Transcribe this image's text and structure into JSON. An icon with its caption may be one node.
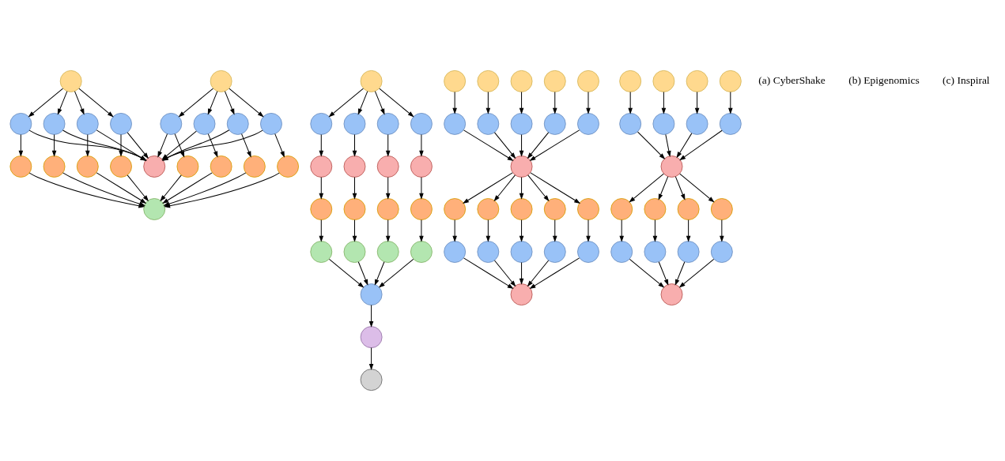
{
  "diagram": {
    "nodes": [
      {
        "text": [],
        "shape": "circle"
      },
      {
        "text": [],
        "shape": "circle"
      },
      {
        "text": [],
        "shape": "circle"
      },
      {
        "text": [],
        "shape": "circle"
      },
      {
        "text": [],
        "shape": "circle"
      },
      {
        "text": [],
        "shape": "circle"
      },
      {
        "text": [],
        "shape": "circle"
      },
      {
        "text": [],
        "shape": "circle"
      },
      {
        "text": [],
        "shape": "circle"
      },
      {
        "text": [],
        "shape": "circle"
      },
      {
        "text": [],
        "shape": "circle"
      },
      {
        "text": [],
        "shape": "circle"
      },
      {
        "text": [],
        "shape": "circle"
      },
      {
        "text": [],
        "shape": "circle"
      },
      {
        "text": [],
        "shape": "circle"
      },
      {
        "text": [],
        "shape": "circle"
      },
      {
        "text": [],
        "shape": "circle"
      },
      {
        "text": [],
        "shape": "circle"
      },
      {
        "text": [],
        "shape": "circle"
      },
      {
        "text": [],
        "shape": "circle"
      },
      {
        "text": [],
        "shape": "circle"
      },
      {
        "text": [],
        "shape": "circle"
      },
      {
        "text": [],
        "shape": "circle"
      },
      {
        "text": [],
        "shape": "circle"
      },
      {
        "text": [],
        "shape": "circle"
      },
      {
        "text": [],
        "shape": "circle"
      },
      {
        "text": [],
        "shape": "circle"
      },
      {
        "text": [],
        "shape": "circle"
      },
      {
        "text": [],
        "shape": "circle"
      },
      {
        "text": [],
        "shape": "circle"
      },
      {
        "text": [],
        "shape": "circle"
      },
      {
        "text": [],
        "shape": "circle"
      },
      {
        "text": [],
        "shape": "circle"
      },
      {
        "text": [],
        "shape": "circle"
      },
      {
        "text": [],
        "shape": "circle"
      },
      {
        "text": [],
        "shape": "circle"
      },
      {
        "text": [],
        "shape": "circle"
      },
      {
        "text": [],
        "shape": "circle"
      },
      {
        "text": [],
        "shape": "circle"
      },
      {
        "text": [],
        "shape": "circle"
      },
      {
        "text": [],
        "shape": "circle"
      },
      {
        "text": [],
        "shape": "circle"
      },
      {
        "text": [],
        "shape": "circle"
      },
      {
        "text": [],
        "shape": "circle"
      },
      {
        "text": [],
        "shape": "circle"
      },
      {
        "text": [],
        "shape": "circle"
      },
      {
        "text": [],
        "shape": "circle"
      },
      {
        "text": [],
        "shape": "circle"
      },
      {
        "text": [],
        "shape": "circle"
      },
      {
        "text": [],
        "shape": "circle"
      },
      {
        "text": [],
        "shape": "circle"
      },
      {
        "text": [],
        "shape": "circle"
      },
      {
        "text": [],
        "shape": "circle"
      },
      {
        "text": [],
        "shape": "circle"
      },
      {
        "text": [],
        "shape": "circle"
      },
      {
        "text": [],
        "shape": "circle"
      },
      {
        "text": [],
        "shape": "circle"
      },
      {
        "text": [],
        "shape": "circle"
      },
      {
        "text": [],
        "shape": "circle"
      },
      {
        "text": [],
        "shape": "circle"
      },
      {
        "text": [],
        "shape": "circle"
      },
      {
        "text": [],
        "shape": "circle"
      },
      {
        "text": [],
        "shape": "circle"
      },
      {
        "text": [],
        "shape": "circle"
      },
      {
        "text": [],
        "shape": "circle"
      },
      {
        "text": [],
        "shape": "circle"
      },
      {
        "text": [],
        "shape": "circle"
      },
      {
        "text": [],
        "shape": "circle"
      },
      {
        "text": [],
        "shape": "circle"
      },
      {
        "text": [],
        "shape": "circle"
      },
      {
        "text": [],
        "shape": "circle"
      },
      {
        "text": [],
        "shape": "circle"
      },
      {
        "text": [],
        "shape": "circle"
      },
      {
        "text": [],
        "shape": "circle"
      },
      {
        "text": [],
        "shape": "circle"
      },
      {
        "text": [],
        "shape": "circle"
      },
      {
        "text": [],
        "shape": "circle"
      },
      {
        "text": [],
        "shape": "circle"
      },
      {
        "text": [],
        "shape": "circle"
      },
      {
        "text": [],
        "shape": "circle"
      }
    ],
    "edges": [
      {
        "from": 0,
        "to": 2,
        "arrow": "to"
      },
      {
        "from": 0,
        "to": 3,
        "arrow": "to"
      },
      {
        "from": 0,
        "to": 4,
        "arrow": "to"
      },
      {
        "from": 0,
        "to": 5,
        "arrow": "to"
      },
      {
        "from": 1,
        "to": 6,
        "arrow": "to"
      },
      {
        "from": 1,
        "to": 7,
        "arrow": "to"
      },
      {
        "from": 1,
        "to": 8,
        "arrow": "to"
      },
      {
        "from": 1,
        "to": 9,
        "arrow": "to"
      },
      {
        "from": 2,
        "to": 10,
        "arrow": "to"
      },
      {
        "from": 3,
        "to": 10,
        "arrow": "to"
      },
      {
        "from": 4,
        "to": 10,
        "arrow": "to"
      },
      {
        "from": 5,
        "to": 10,
        "arrow": "to"
      },
      {
        "from": 6,
        "to": 10,
        "arrow": "to"
      },
      {
        "from": 7,
        "to": 10,
        "arrow": "to"
      },
      {
        "from": 8,
        "to": 10,
        "arrow": "to"
      },
      {
        "from": 9,
        "to": 10,
        "arrow": "to"
      },
      {
        "from": 2,
        "to": 11,
        "arrow": "to"
      },
      {
        "from": 3,
        "to": 12,
        "arrow": "to"
      },
      {
        "from": 4,
        "to": 13,
        "arrow": "to"
      },
      {
        "from": 5,
        "to": 14,
        "arrow": "to"
      },
      {
        "from": 6,
        "to": 15,
        "arrow": "to"
      },
      {
        "from": 7,
        "to": 16,
        "arrow": "to"
      },
      {
        "from": 8,
        "to": 17,
        "arrow": "to"
      },
      {
        "from": 9,
        "to": 18,
        "arrow": "to"
      },
      {
        "from": 11,
        "to": 19,
        "arrow": "to"
      },
      {
        "from": 12,
        "to": 19,
        "arrow": "to"
      },
      {
        "from": 13,
        "to": 19,
        "arrow": "to"
      },
      {
        "from": 14,
        "to": 19,
        "arrow": "to"
      },
      {
        "from": 15,
        "to": 19,
        "arrow": "to"
      },
      {
        "from": 16,
        "to": 19,
        "arrow": "to"
      },
      {
        "from": 17,
        "to": 19,
        "arrow": "to"
      },
      {
        "from": 18,
        "to": 19,
        "arrow": "to"
      },
      {
        "from": 20,
        "to": 21,
        "arrow": "to"
      },
      {
        "from": 20,
        "to": 22,
        "arrow": "to"
      },
      {
        "from": 20,
        "to": 23,
        "arrow": "to"
      },
      {
        "from": 20,
        "to": 24,
        "arrow": "to"
      },
      {
        "from": 21,
        "to": 25,
        "arrow": "to"
      },
      {
        "from": 22,
        "to": 26,
        "arrow": "to"
      },
      {
        "from": 23,
        "to": 27,
        "arrow": "to"
      },
      {
        "from": 24,
        "to": 28,
        "arrow": "to"
      },
      {
        "from": 25,
        "to": 29,
        "arrow": "to"
      },
      {
        "from": 26,
        "to": 30,
        "arrow": "to"
      },
      {
        "from": 27,
        "to": 31,
        "arrow": "to"
      },
      {
        "from": 28,
        "to": 32,
        "arrow": "to"
      },
      {
        "from": 29,
        "to": 33,
        "arrow": "to"
      },
      {
        "from": 30,
        "to": 34,
        "arrow": "to"
      },
      {
        "from": 31,
        "to": 35,
        "arrow": "to"
      },
      {
        "from": 32,
        "to": 36,
        "arrow": "to"
      },
      {
        "from": 33,
        "to": 37,
        "arrow": "to"
      },
      {
        "from": 34,
        "to": 37,
        "arrow": "to"
      },
      {
        "from": 35,
        "to": 37,
        "arrow": "to"
      },
      {
        "from": 36,
        "to": 37,
        "arrow": "to"
      },
      {
        "from": 37,
        "to": 38,
        "arrow": "to"
      },
      {
        "from": 38,
        "to": 39,
        "arrow": "to"
      },
      {
        "from": 40,
        "to": 49,
        "arrow": "to"
      },
      {
        "from": 41,
        "to": 50,
        "arrow": "to"
      },
      {
        "from": 42,
        "to": 51,
        "arrow": "to"
      },
      {
        "from": 43,
        "to": 52,
        "arrow": "to"
      },
      {
        "from": 44,
        "to": 53,
        "arrow": "to"
      },
      {
        "from": 45,
        "to": 54,
        "arrow": "to"
      },
      {
        "from": 46,
        "to": 55,
        "arrow": "to"
      },
      {
        "from": 47,
        "to": 56,
        "arrow": "to"
      },
      {
        "from": 48,
        "to": 57,
        "arrow": "to"
      },
      {
        "from": 49,
        "to": 58,
        "arrow": "to"
      },
      {
        "from": 50,
        "to": 58,
        "arrow": "to"
      },
      {
        "from": 51,
        "to": 58,
        "arrow": "to"
      },
      {
        "from": 52,
        "to": 58,
        "arrow": "to"
      },
      {
        "from": 53,
        "to": 58,
        "arrow": "to"
      },
      {
        "from": 54,
        "to": 59,
        "arrow": "to"
      },
      {
        "from": 55,
        "to": 59,
        "arrow": "to"
      },
      {
        "from": 56,
        "to": 59,
        "arrow": "to"
      },
      {
        "from": 57,
        "to": 59,
        "arrow": "to"
      },
      {
        "from": 58,
        "to": 60,
        "arrow": "to"
      },
      {
        "from": 58,
        "to": 61,
        "arrow": "to"
      },
      {
        "from": 58,
        "to": 62,
        "arrow": "to"
      },
      {
        "from": 58,
        "to": 63,
        "arrow": "to"
      },
      {
        "from": 58,
        "to": 64,
        "arrow": "to"
      },
      {
        "from": 59,
        "to": 65,
        "arrow": "to"
      },
      {
        "from": 59,
        "to": 66,
        "arrow": "to"
      },
      {
        "from": 59,
        "to": 67,
        "arrow": "to"
      },
      {
        "from": 59,
        "to": 68,
        "arrow": "to"
      },
      {
        "from": 60,
        "to": 69,
        "arrow": "to"
      },
      {
        "from": 61,
        "to": 70,
        "arrow": "to"
      },
      {
        "from": 62,
        "to": 71,
        "arrow": "to"
      },
      {
        "from": 63,
        "to": 72,
        "arrow": "to"
      },
      {
        "from": 64,
        "to": 73,
        "arrow": "to"
      },
      {
        "from": 65,
        "to": 74,
        "arrow": "to"
      },
      {
        "from": 66,
        "to": 75,
        "arrow": "to"
      },
      {
        "from": 67,
        "to": 76,
        "arrow": "to"
      },
      {
        "from": 68,
        "to": 77,
        "arrow": "to"
      },
      {
        "from": 69,
        "to": 78,
        "arrow": "to"
      },
      {
        "from": 70,
        "to": 78,
        "arrow": "to"
      },
      {
        "from": 71,
        "to": 78,
        "arrow": "to"
      },
      {
        "from": 72,
        "to": 78,
        "arrow": "to"
      },
      {
        "from": 73,
        "to": 78,
        "arrow": "to"
      },
      {
        "from": 74,
        "to": 79,
        "arrow": "to"
      },
      {
        "from": 75,
        "to": 79,
        "arrow": "to"
      },
      {
        "from": 76,
        "to": 79,
        "arrow": "to"
      },
      {
        "from": 77,
        "to": 79,
        "arrow": "to"
      }
    ],
    "labels": [
      "(a) CyberShake",
      "(b) Epigenomics",
      "(c) Inspiral"
    ]
  }
}
